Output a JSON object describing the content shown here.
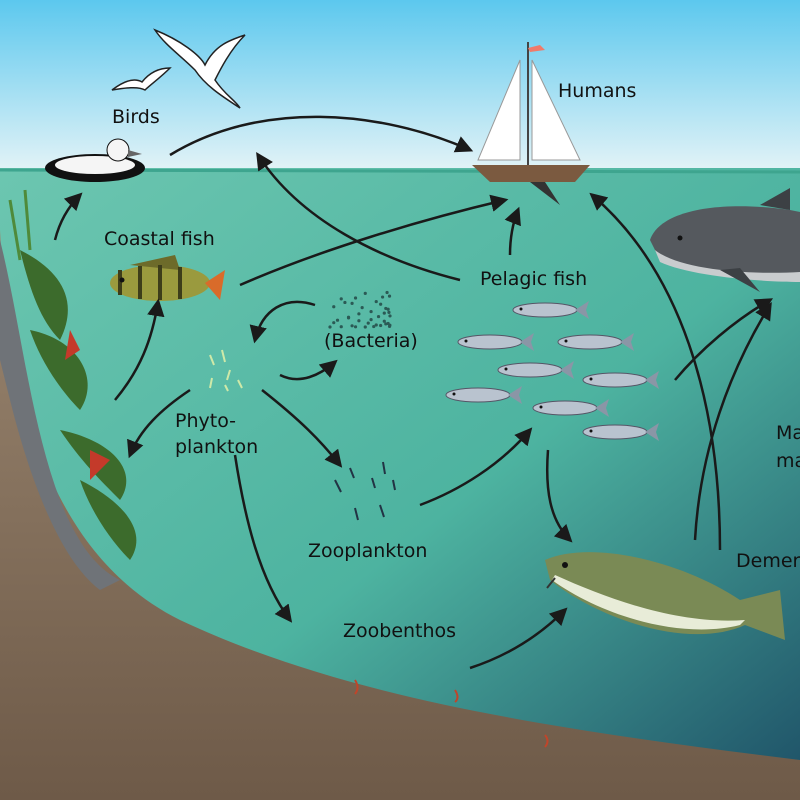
{
  "title": "Aquatic food web",
  "labels": {
    "birds": "Birds",
    "humans": "Humans",
    "coastal_fish": "Coastal fish",
    "pelagic_fish": "Pelagic fish",
    "bacteria": "(Bacteria)",
    "phytoplankton_1": "Phyto-",
    "phytoplankton_2": "plankton",
    "zooplankton": "Zooplankton",
    "zoobenthos": "Zoobenthos",
    "marine_mammals_1": "Ma",
    "marine_mammals_2": "ma",
    "demersal_fish": "Demers"
  },
  "colors": {
    "sky_top": "#5cc8ee",
    "sky_bottom": "#e6f4f7",
    "water_top": "#5fbfaa",
    "water_bottom": "#1f5a6e",
    "seabed": "#8a7560",
    "arrow": "#1a1a1a"
  }
}
